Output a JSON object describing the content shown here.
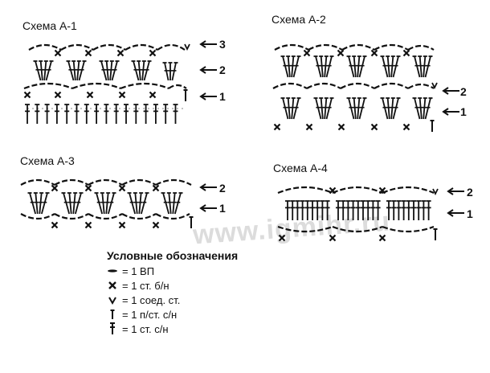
{
  "watermark": "www.igmihr.ru",
  "schemes": {
    "a1": {
      "title": "Схема А-1",
      "row_labels": [
        "3",
        "2",
        "1"
      ]
    },
    "a2": {
      "title": "Схема А-2",
      "row_labels": [
        "2",
        "1"
      ]
    },
    "a3": {
      "title": "Схема А-3",
      "row_labels": [
        "2",
        "1"
      ]
    },
    "a4": {
      "title": "Схема А-4",
      "row_labels": [
        "2",
        "1"
      ]
    }
  },
  "legend": {
    "title": "Условные обозначения",
    "items": [
      {
        "symbol": "chain-stitch",
        "text": "= 1 ВП"
      },
      {
        "symbol": "single-crochet",
        "text": "= 1 ст. б/н"
      },
      {
        "symbol": "slip-stitch",
        "text": "= 1 соед. ст."
      },
      {
        "symbol": "half-double-crochet",
        "text": "= 1 п/ст. с/н"
      },
      {
        "symbol": "double-crochet",
        "text": "= 1 ст. с/н"
      }
    ]
  }
}
